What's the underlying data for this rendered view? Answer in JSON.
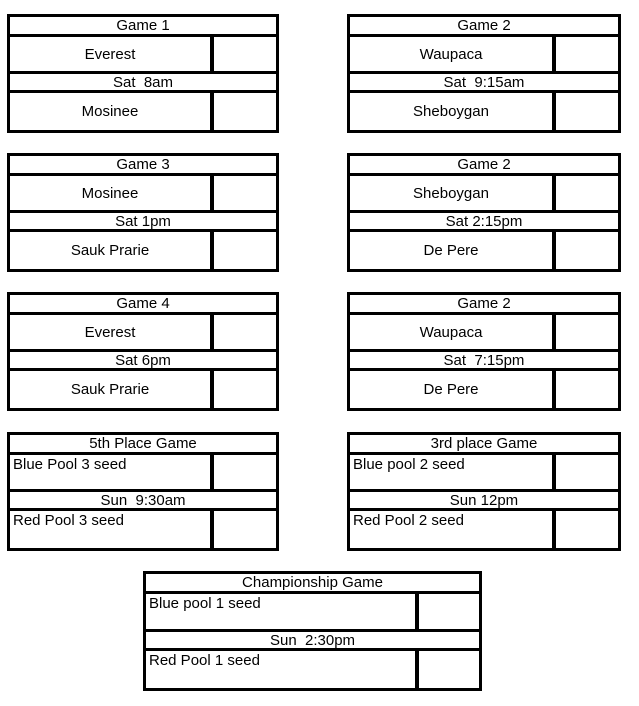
{
  "document": {
    "type": "tournament-bracket-schedule"
  },
  "games": [
    {
      "title": "Game 1",
      "team1": "Everest",
      "time": "Sat  8am",
      "team2": "Mosinee"
    },
    {
      "title": "Game 2",
      "team1": "Waupaca",
      "time": "Sat  9:15am",
      "team2": "Sheboygan"
    },
    {
      "title": "Game 3",
      "team1": "Mosinee",
      "time": "Sat 1pm",
      "team2": "Sauk Prarie"
    },
    {
      "title": "Game 2",
      "team1": "Sheboygan",
      "time": "Sat 2:15pm",
      "team2": "De Pere"
    },
    {
      "title": "Game 4",
      "team1": "Everest",
      "time": "Sat 6pm",
      "team2": "Sauk Prarie"
    },
    {
      "title": "Game 2",
      "team1": "Waupaca",
      "time": "Sat  7:15pm",
      "team2": "De Pere"
    },
    {
      "title": "5th Place Game",
      "team1": "Blue Pool 3 seed",
      "time": "Sun  9:30am",
      "team2": "Red Pool 3 seed"
    },
    {
      "title": "3rd place Game",
      "team1": "Blue pool 2 seed",
      "time": "Sun 12pm",
      "team2": "Red Pool 2 seed"
    },
    {
      "title": "Championship Game",
      "team1": "Blue pool 1 seed",
      "time": "Sun  2:30pm",
      "team2": "Red Pool 1 seed"
    }
  ],
  "colors": {
    "border": "#000000",
    "background": "#ffffff",
    "text": "#000000"
  }
}
